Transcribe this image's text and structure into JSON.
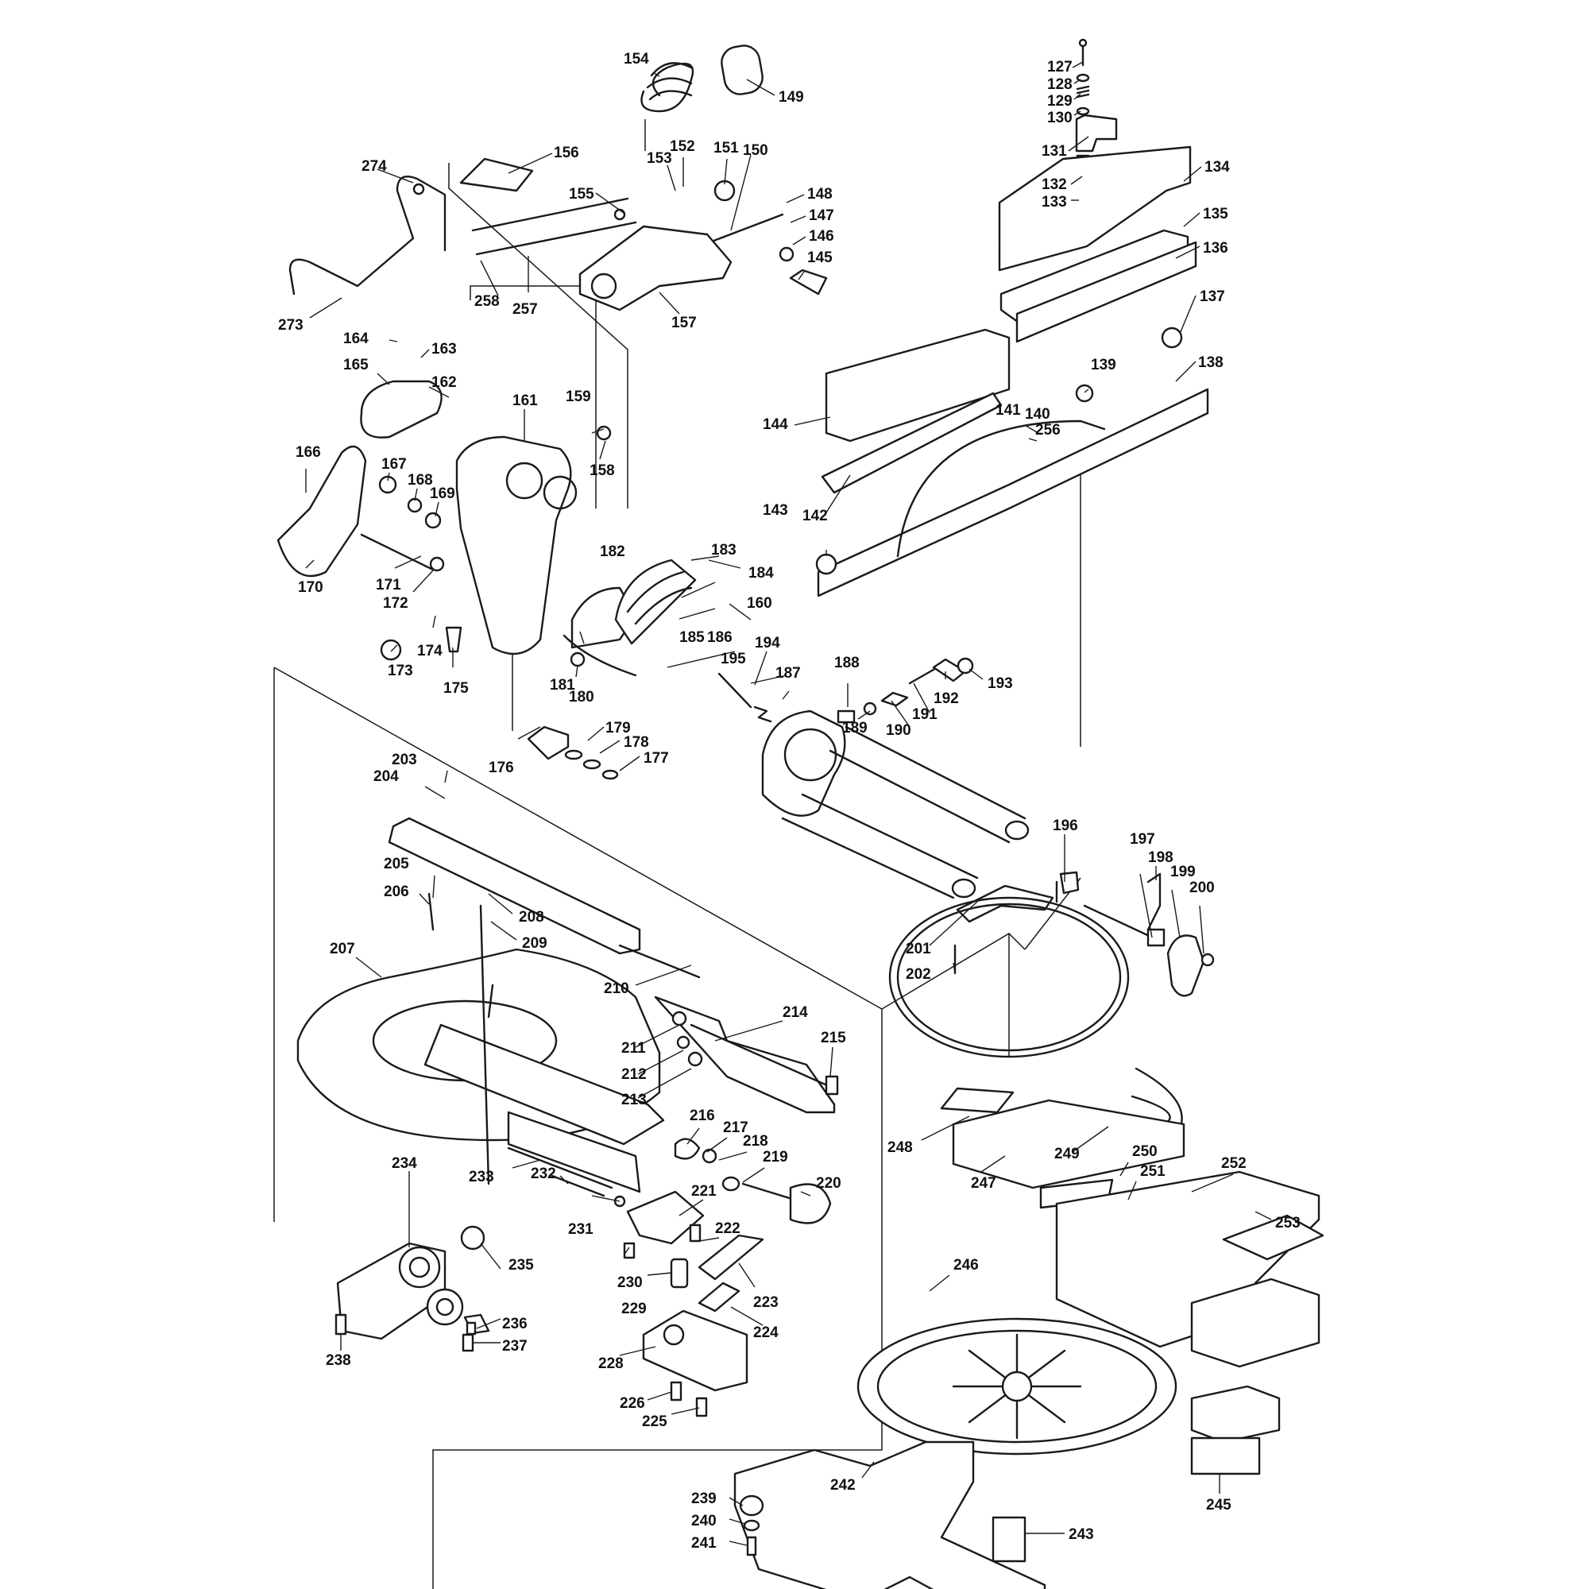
{
  "diagram": {
    "type": "exploded-parts-diagram",
    "callouts": [
      {
        "id": "c127",
        "text": "127"
      },
      {
        "id": "c128",
        "text": "128"
      },
      {
        "id": "c129",
        "text": "129"
      },
      {
        "id": "c130",
        "text": "130"
      },
      {
        "id": "c131",
        "text": "131"
      },
      {
        "id": "c132",
        "text": "132"
      },
      {
        "id": "c133",
        "text": "133"
      },
      {
        "id": "c134",
        "text": "134"
      },
      {
        "id": "c135",
        "text": "135"
      },
      {
        "id": "c136",
        "text": "136"
      },
      {
        "id": "c137",
        "text": "137"
      },
      {
        "id": "c138",
        "text": "138"
      },
      {
        "id": "c139",
        "text": "139"
      },
      {
        "id": "c140",
        "text": "140"
      },
      {
        "id": "c141",
        "text": "141"
      },
      {
        "id": "c142",
        "text": "142"
      },
      {
        "id": "c143",
        "text": "143"
      },
      {
        "id": "c144",
        "text": "144"
      },
      {
        "id": "c145",
        "text": "145"
      },
      {
        "id": "c146",
        "text": "146"
      },
      {
        "id": "c147",
        "text": "147"
      },
      {
        "id": "c148",
        "text": "148"
      },
      {
        "id": "c149",
        "text": "149"
      },
      {
        "id": "c150",
        "text": "150"
      },
      {
        "id": "c151",
        "text": "151"
      },
      {
        "id": "c152",
        "text": "152"
      },
      {
        "id": "c153",
        "text": "153"
      },
      {
        "id": "c154",
        "text": "154"
      },
      {
        "id": "c155",
        "text": "155"
      },
      {
        "id": "c156",
        "text": "156"
      },
      {
        "id": "c157",
        "text": "157"
      },
      {
        "id": "c158",
        "text": "158"
      },
      {
        "id": "c159",
        "text": "159"
      },
      {
        "id": "c160",
        "text": "160"
      },
      {
        "id": "c161",
        "text": "161"
      },
      {
        "id": "c162",
        "text": "162"
      },
      {
        "id": "c163",
        "text": "163"
      },
      {
        "id": "c164",
        "text": "164"
      },
      {
        "id": "c165",
        "text": "165"
      },
      {
        "id": "c166",
        "text": "166"
      },
      {
        "id": "c167",
        "text": "167"
      },
      {
        "id": "c168",
        "text": "168"
      },
      {
        "id": "c169",
        "text": "169"
      },
      {
        "id": "c170",
        "text": "170"
      },
      {
        "id": "c171",
        "text": "171"
      },
      {
        "id": "c172",
        "text": "172"
      },
      {
        "id": "c173",
        "text": "173"
      },
      {
        "id": "c174",
        "text": "174"
      },
      {
        "id": "c175",
        "text": "175"
      },
      {
        "id": "c176",
        "text": "176"
      },
      {
        "id": "c177",
        "text": "177"
      },
      {
        "id": "c178",
        "text": "178"
      },
      {
        "id": "c179",
        "text": "179"
      },
      {
        "id": "c180",
        "text": "180"
      },
      {
        "id": "c181",
        "text": "181"
      },
      {
        "id": "c182",
        "text": "182"
      },
      {
        "id": "c183",
        "text": "183"
      },
      {
        "id": "c184",
        "text": "184"
      },
      {
        "id": "c185",
        "text": "185"
      },
      {
        "id": "c186",
        "text": "186"
      },
      {
        "id": "c187",
        "text": "187"
      },
      {
        "id": "c188",
        "text": "188"
      },
      {
        "id": "c189",
        "text": "189"
      },
      {
        "id": "c190",
        "text": "190"
      },
      {
        "id": "c191",
        "text": "191"
      },
      {
        "id": "c192",
        "text": "192"
      },
      {
        "id": "c193",
        "text": "193"
      },
      {
        "id": "c194",
        "text": "194"
      },
      {
        "id": "c195",
        "text": "195"
      },
      {
        "id": "c196",
        "text": "196"
      },
      {
        "id": "c197",
        "text": "197"
      },
      {
        "id": "c198",
        "text": "198"
      },
      {
        "id": "c199",
        "text": "199"
      },
      {
        "id": "c200",
        "text": "200"
      },
      {
        "id": "c201",
        "text": "201"
      },
      {
        "id": "c202",
        "text": "202"
      },
      {
        "id": "c203",
        "text": "203"
      },
      {
        "id": "c204",
        "text": "204"
      },
      {
        "id": "c205",
        "text": "205"
      },
      {
        "id": "c206",
        "text": "206"
      },
      {
        "id": "c207",
        "text": "207"
      },
      {
        "id": "c208",
        "text": "208"
      },
      {
        "id": "c209",
        "text": "209"
      },
      {
        "id": "c210",
        "text": "210"
      },
      {
        "id": "c211",
        "text": "211"
      },
      {
        "id": "c212",
        "text": "212"
      },
      {
        "id": "c213",
        "text": "213"
      },
      {
        "id": "c214",
        "text": "214"
      },
      {
        "id": "c215",
        "text": "215"
      },
      {
        "id": "c216",
        "text": "216"
      },
      {
        "id": "c217",
        "text": "217"
      },
      {
        "id": "c218",
        "text": "218"
      },
      {
        "id": "c219",
        "text": "219"
      },
      {
        "id": "c220",
        "text": "220"
      },
      {
        "id": "c221",
        "text": "221"
      },
      {
        "id": "c222",
        "text": "222"
      },
      {
        "id": "c223",
        "text": "223"
      },
      {
        "id": "c224",
        "text": "224"
      },
      {
        "id": "c225",
        "text": "225"
      },
      {
        "id": "c226",
        "text": "226"
      },
      {
        "id": "c228",
        "text": "228"
      },
      {
        "id": "c229",
        "text": "229"
      },
      {
        "id": "c230",
        "text": "230"
      },
      {
        "id": "c231",
        "text": "231"
      },
      {
        "id": "c232",
        "text": "232"
      },
      {
        "id": "c233",
        "text": "233"
      },
      {
        "id": "c234",
        "text": "234"
      },
      {
        "id": "c235",
        "text": "235"
      },
      {
        "id": "c236",
        "text": "236"
      },
      {
        "id": "c237",
        "text": "237"
      },
      {
        "id": "c238",
        "text": "238"
      },
      {
        "id": "c239",
        "text": "239"
      },
      {
        "id": "c240",
        "text": "240"
      },
      {
        "id": "c241",
        "text": "241"
      },
      {
        "id": "c242",
        "text": "242"
      },
      {
        "id": "c243",
        "text": "243"
      },
      {
        "id": "c245",
        "text": "245"
      },
      {
        "id": "c246",
        "text": "246"
      },
      {
        "id": "c247",
        "text": "247"
      },
      {
        "id": "c248",
        "text": "248"
      },
      {
        "id": "c249",
        "text": "249"
      },
      {
        "id": "c250",
        "text": "250"
      },
      {
        "id": "c251",
        "text": "251"
      },
      {
        "id": "c252",
        "text": "252"
      },
      {
        "id": "c253",
        "text": "253"
      },
      {
        "id": "c256",
        "text": "256"
      },
      {
        "id": "c257",
        "text": "257"
      },
      {
        "id": "c258",
        "text": "258"
      },
      {
        "id": "c273",
        "text": "273"
      },
      {
        "id": "c274",
        "text": "274"
      }
    ]
  }
}
